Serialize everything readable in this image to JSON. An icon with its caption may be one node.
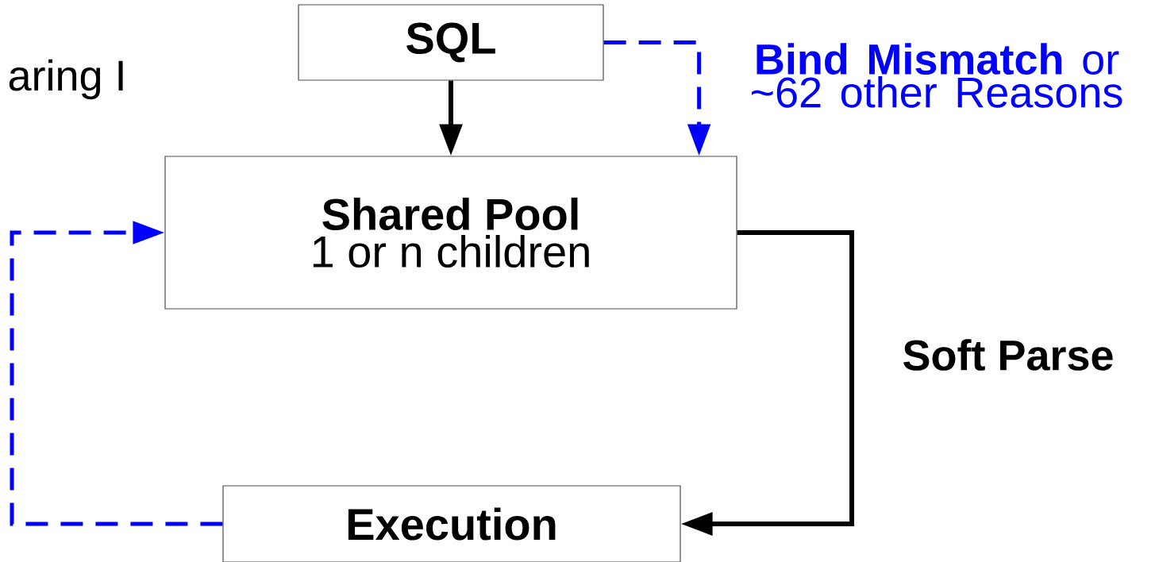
{
  "diagram": {
    "nodes": [
      {
        "text": [
          "SQL"
        ]
      },
      {
        "text": [
          "Shared Pool",
          "1 or n children"
        ]
      },
      {
        "text": [
          "Execution"
        ]
      }
    ],
    "edges": [
      {
        "from": 0,
        "to": 1,
        "arrow": "to"
      },
      {
        "from": 0,
        "to": 1,
        "arrow": "to",
        "style": "dashed",
        "color": "#0000ff",
        "label": "**Bind Mismatch** or ~62 other Reasons"
      },
      {
        "from": 1,
        "to": 2,
        "arrow": "to",
        "label": "Soft Parse"
      },
      {
        "from": 2,
        "to": 1,
        "arrow": "to",
        "style": "dashed",
        "color": "#0000ff"
      }
    ],
    "labels": [
      "aring I"
    ]
  }
}
